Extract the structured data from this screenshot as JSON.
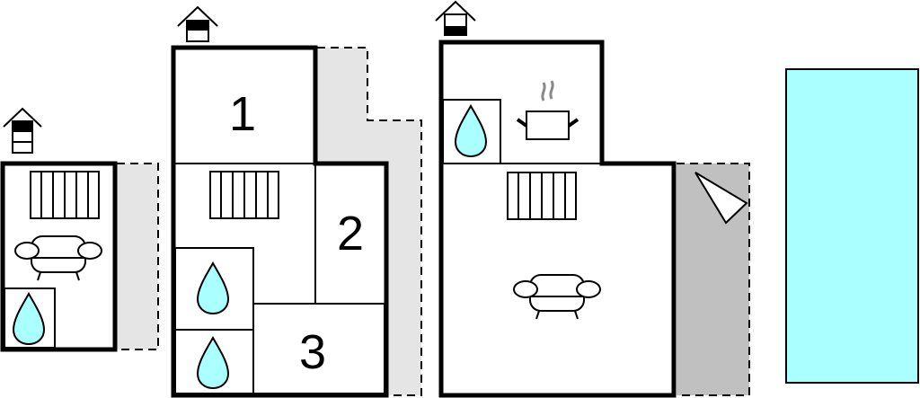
{
  "floorplan": {
    "rooms": [
      {
        "label": "1"
      },
      {
        "label": "2"
      },
      {
        "label": "3"
      }
    ],
    "colors": {
      "water": "#aaffff",
      "pool": "#aaffff",
      "terrace_light": "#e5e5e5",
      "terrace_dark": "#c0c0c0",
      "steam": "#888888"
    },
    "icons": [
      "floor-level-icon",
      "radiator-icon",
      "sofa-icon",
      "water-drop-icon",
      "cooking-pot-icon",
      "compass-icon",
      "pool"
    ]
  }
}
